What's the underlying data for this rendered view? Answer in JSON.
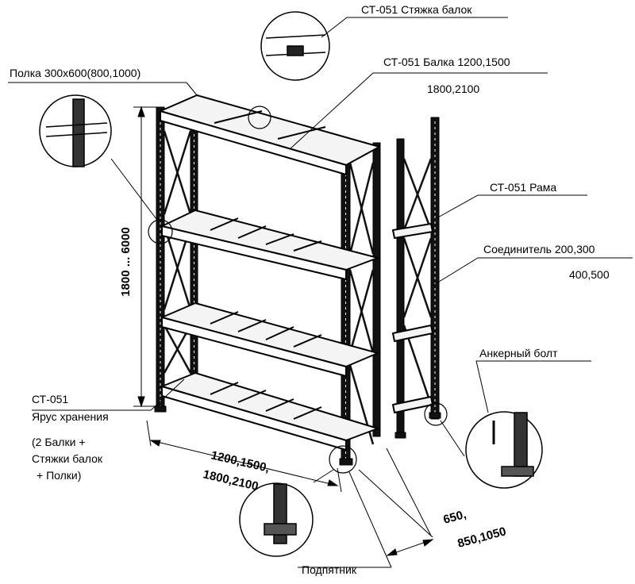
{
  "callouts": {
    "tie": "СТ-051 Стяжка балок",
    "beam_line1": "СТ-051 Балка 1200,1500",
    "beam_line2": "1800,2100",
    "shelf": "Полка 300х600(800,1000)",
    "frame": "СТ-051 Рама",
    "connector_line1": "Соединитель 200,300",
    "connector_line2": "400,500",
    "anchor": "Анкерный  болт",
    "tier_line1": "СТ-051",
    "tier_line2": "Ярус хранения",
    "tier_line3": "(2 Балки +",
    "tier_line4": "Стяжки балок",
    "tier_line5": "+ Полки)",
    "foot": "Подпятник"
  },
  "dimensions": {
    "height": "1800  ...  6000",
    "length_line1": "1200,1500,",
    "length_line2": "1800,2100",
    "depth_line1": "650,",
    "depth_line2": "850,1050"
  },
  "colors": {
    "ink": "#000000",
    "shelf_fill": "#f2f2f2",
    "background": "#ffffff"
  }
}
